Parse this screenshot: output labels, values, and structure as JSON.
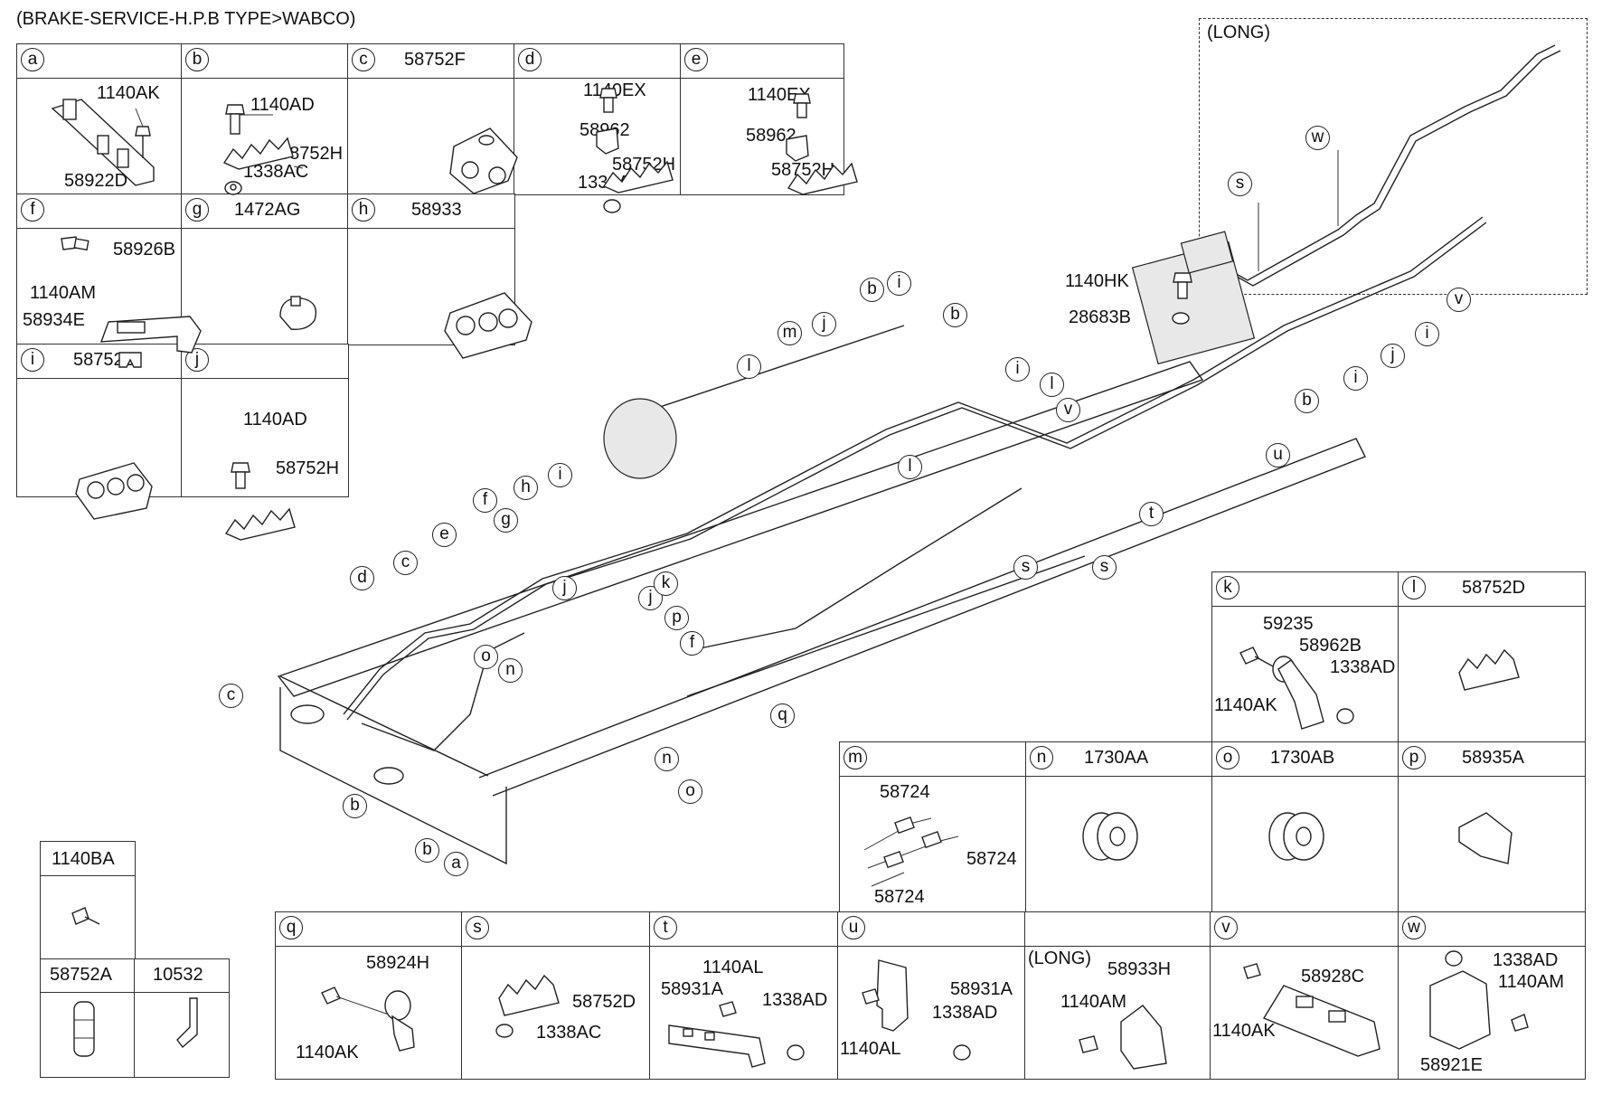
{
  "title": "(BRAKE-SERVICE-H.P.B TYPE>WABCO)",
  "boxes": {
    "a": {
      "letter": "a",
      "part": "",
      "labels": [
        "1140AK",
        "58922D"
      ]
    },
    "b": {
      "letter": "b",
      "part": "",
      "labels": [
        "1140AD",
        "58752H",
        "1338AC"
      ]
    },
    "c": {
      "letter": "c",
      "part": "58752F",
      "labels": []
    },
    "d": {
      "letter": "d",
      "part": "",
      "labels": [
        "1140EX",
        "58962",
        "58752H",
        "1338AC"
      ]
    },
    "e": {
      "letter": "e",
      "part": "",
      "labels": [
        "1140EX",
        "58962",
        "58752H"
      ]
    },
    "f": {
      "letter": "f",
      "part": "",
      "labels": [
        "58926B",
        "1140AM",
        "58934E"
      ]
    },
    "g": {
      "letter": "g",
      "part": "1472AG",
      "labels": []
    },
    "h": {
      "letter": "h",
      "part": "58933",
      "labels": []
    },
    "i": {
      "letter": "i",
      "part": "58752B",
      "labels": []
    },
    "j": {
      "letter": "j",
      "part": "",
      "labels": [
        "1140AD",
        "58752H"
      ]
    },
    "k": {
      "letter": "k",
      "part": "",
      "labels": [
        "59235",
        "58962B",
        "1338AD",
        "1140AK"
      ]
    },
    "l": {
      "letter": "l",
      "part": "58752D",
      "labels": []
    },
    "m": {
      "letter": "m",
      "part": "",
      "labels": [
        "58724",
        "58724",
        "58724"
      ]
    },
    "n": {
      "letter": "n",
      "part": "1730AA",
      "labels": []
    },
    "o": {
      "letter": "o",
      "part": "1730AB",
      "labels": []
    },
    "p": {
      "letter": "p",
      "part": "58935A",
      "labels": []
    },
    "q": {
      "letter": "q",
      "part": "",
      "labels": [
        "58924H",
        "1140AK"
      ]
    },
    "s": {
      "letter": "s",
      "part": "",
      "labels": [
        "58752D",
        "1338AC"
      ]
    },
    "t": {
      "letter": "t",
      "part": "",
      "labels": [
        "1140AL",
        "58931A",
        "1338AD"
      ]
    },
    "u": {
      "letter": "u",
      "part": "",
      "labels": [
        "58931A",
        "1338AD",
        "1140AL",
        "(LONG)",
        "58933H",
        "1140AM"
      ]
    },
    "v": {
      "letter": "v",
      "part": "",
      "labels": [
        "58928C",
        "1140AK"
      ]
    },
    "w": {
      "letter": "w",
      "part": "",
      "labels": [
        "1338AD",
        "1140AM",
        "58921E"
      ]
    }
  },
  "standalone": {
    "b1": "1140BA",
    "b2": "58752A",
    "b3": "10532"
  },
  "long_inset": {
    "label": "(LONG)"
  },
  "main_labels": {
    "hk": "1140HK",
    "b28683": "28683B"
  },
  "callouts": [
    "a",
    "b",
    "c",
    "d",
    "e",
    "f",
    "g",
    "h",
    "i",
    "j",
    "k",
    "l",
    "m",
    "n",
    "o",
    "p",
    "q",
    "s",
    "t",
    "u",
    "v",
    "w"
  ]
}
